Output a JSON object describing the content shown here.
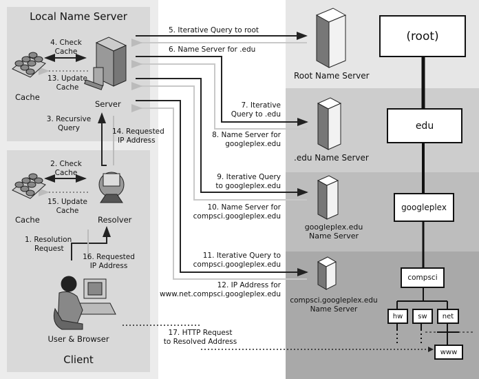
{
  "local_name_server": {
    "title": "Local Name Server",
    "cache_label": "Cache",
    "server_label": "Server",
    "step4": [
      "4. Check",
      "Cache"
    ],
    "step13": [
      "13. Update",
      "Cache"
    ],
    "step3": [
      "3. Recursive",
      "Query"
    ],
    "step14": [
      "14. Requested",
      "IP Address"
    ]
  },
  "client": {
    "title": "Client",
    "cache_label": "Cache",
    "resolver_label": "Resolver",
    "user_label": "User & Browser",
    "step2": [
      "2. Check",
      "Cache"
    ],
    "step15": [
      "15. Update",
      "Cache"
    ],
    "step1": [
      "1. Resolution",
      "Request"
    ],
    "step16": [
      "16. Requested",
      "IP Address"
    ]
  },
  "messages": {
    "step5": "5. Iterative Query to root",
    "step6": "6. Name Server for .edu",
    "step7": [
      "7. Iterative",
      "Query to .edu"
    ],
    "step8": [
      "8. Name Server for",
      "googleplex.edu"
    ],
    "step9": [
      "9. Iterative Query",
      "to googleplex.edu"
    ],
    "step10": [
      "10. Name Server for",
      "compsci.googleplex.edu"
    ],
    "step11": [
      "11. Iterative Query to",
      "compsci.googleplex.edu"
    ],
    "step12": [
      "12. IP Address for",
      "www.net.compsci.googleplex.edu"
    ],
    "step17": [
      "17. HTTP Request",
      "to Resolved Address"
    ]
  },
  "name_servers": {
    "root": "Root Name Server",
    "edu": ".edu Name Server",
    "googleplex": [
      "googleplex.edu",
      "Name Server"
    ],
    "compsci": [
      "compsci.googleplex.edu",
      "Name Server"
    ]
  },
  "tree": {
    "root": "(root)",
    "edu": "edu",
    "googleplex": "googleplex",
    "compsci": "compsci",
    "hw": "hw",
    "sw": "sw",
    "net": "net",
    "www": "www"
  },
  "colors": {
    "tier_root": "#e6e6e6",
    "tier_edu": "#cdcdcd",
    "tier_googleplex": "#bdbdbd",
    "tier_compsci": "#a9a9a9",
    "panel": "#d9d9d9",
    "line_dark": "#222222",
    "line_light": "#c8c8c8"
  }
}
